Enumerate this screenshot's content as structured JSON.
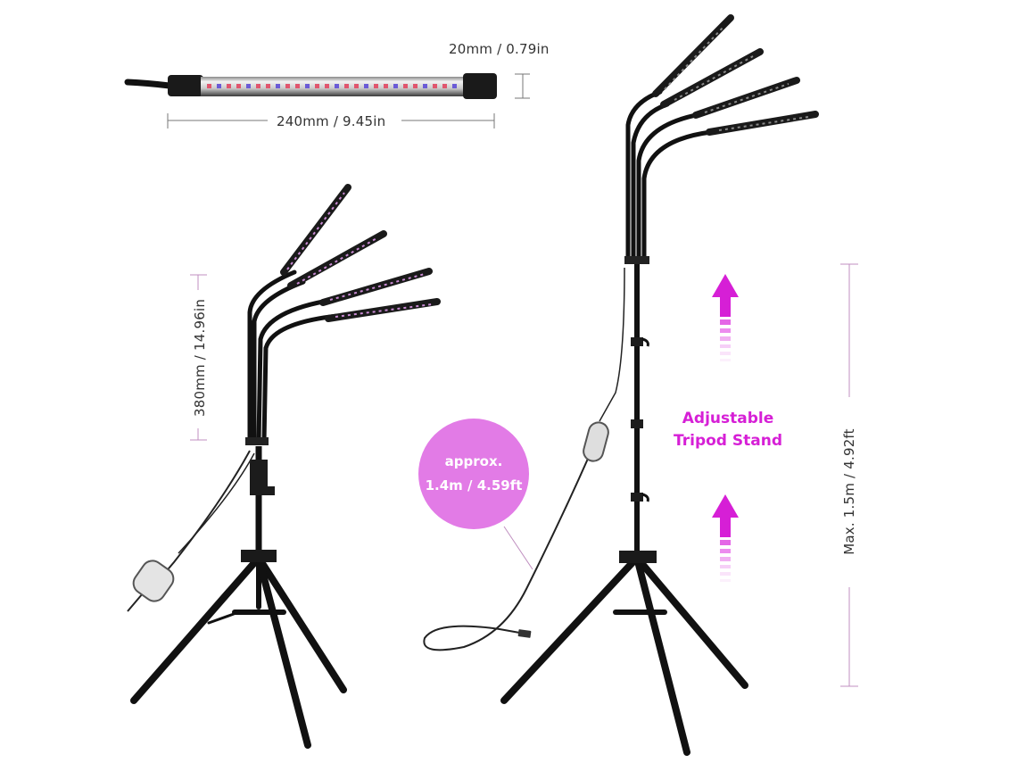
{
  "dimensions": {
    "bar_diameter": "20mm / 0.79in",
    "bar_length": "240mm / 9.45in",
    "gooseneck_length": "380mm / 14.96in",
    "max_height": "Max. 1.5m / 4.92ft"
  },
  "cable_bubble": {
    "line1": "approx.",
    "line2": "1.4m / 4.59ft"
  },
  "feature_label": {
    "line1": "Adjustable",
    "line2": "Tripod Stand"
  },
  "colors": {
    "accent": "#d61fd6",
    "bubble": "#e27be6",
    "dimension_line": "#b88ab8",
    "product": "#111111"
  }
}
